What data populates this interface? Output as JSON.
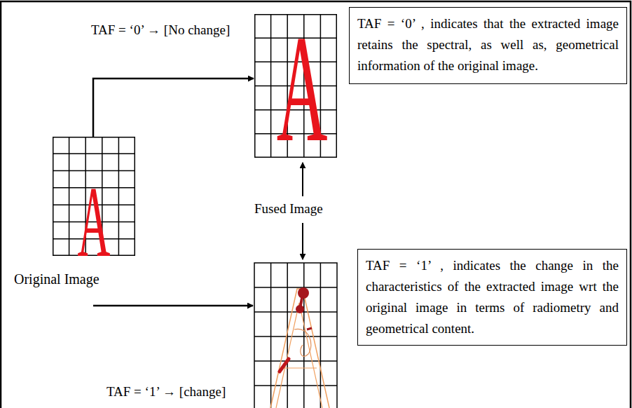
{
  "diagram": {
    "nodes": [
      {
        "text": [
          "A",
          "Original Image"
        ]
      },
      {
        "text": [
          "A"
        ]
      },
      {
        "text": [
          "TAF = ‘0’ , indicates that the extracted image retains the spectral, as well as, geometrical information of the original image."
        ]
      },
      {
        "text": [
          "TAF = ‘1’ , indicates the change in the characteristics of the extracted image wrt the original image in terms of radiometry and geometrical content."
        ]
      }
    ],
    "edges": [
      {
        "from": 0,
        "to": 1,
        "arrow": "to",
        "label": "TAF = ‘0’ → [No change]"
      }
    ],
    "labels": [
      "Fused Image",
      "TAF = ‘1’ → [change]"
    ]
  }
}
